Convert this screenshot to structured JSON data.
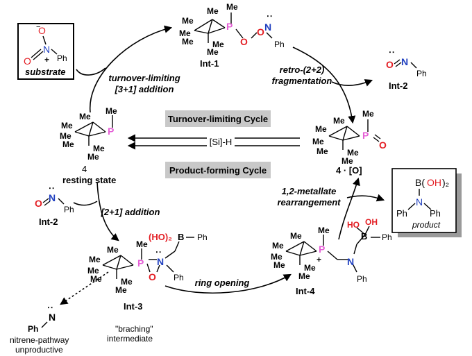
{
  "substrate_box": {
    "label": "substrate",
    "atoms": {
      "o_minus": "O",
      "n": "N",
      "ph": "Ph",
      "o": "O",
      "plus": "+",
      "charge": "−"
    }
  },
  "product_box": {
    "label": "product",
    "atoms": {
      "b": "B(",
      "oh": "OH",
      "sub2": ")₂",
      "n": "N",
      "ph_left": "Ph",
      "ph_right": "Ph"
    }
  },
  "cycles": {
    "turnover": "Turnover-limiting Cycle",
    "product": "Product-forming Cycle",
    "silane": "[Si]-H"
  },
  "steps": {
    "step1_line1": "turnover-limiting",
    "step1_line2": "[3+1] addition",
    "step2_line1": "retro-(2+2)",
    "step2_line2": "fragmentation",
    "step3": "[2+1] addition",
    "step4": "ring opening",
    "step5_line1": "1,2-metallate",
    "step5_line2": "rearrangement"
  },
  "species": {
    "int1": "Int-1",
    "int2_top": "Int-2",
    "int2_left": "Int-2",
    "int3": "Int-3",
    "int3_note1": "\"braching\"",
    "int3_note2": "intermediate",
    "int4": "Int-4",
    "cat_number": "4",
    "cat_state": "resting state",
    "oxide": "4 · [O]",
    "nitrene_ph": "Ph",
    "nitrene_n": "N",
    "nitrene_note1": "nitrene-pathway",
    "nitrene_note2": "unproductive"
  },
  "atoms": {
    "me": "Me",
    "p": "P",
    "o": "O",
    "n": "N",
    "ph": "Ph",
    "b": "B",
    "ho2": "(HO)₂",
    "ho": "HO",
    "oh": "OH",
    "plus": "+",
    "colon": ":"
  },
  "colors": {
    "phosphorus": "#e55fd6",
    "oxygen": "#e31e24",
    "nitrogen": "#1f3fbf",
    "cycle_band": "#c8c8c8",
    "box_shadow": "#9a9a9a"
  }
}
